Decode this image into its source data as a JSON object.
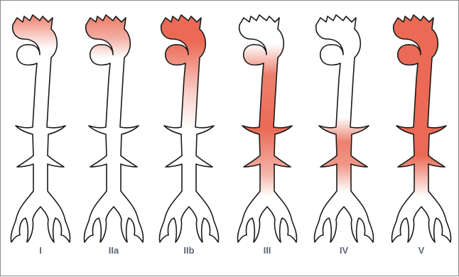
{
  "figure": {
    "types": [
      {
        "id": "type-i",
        "label": "I",
        "highlight": "arch-faint",
        "stops": [
          [
            0.0,
            0.85
          ],
          [
            0.07,
            0.45
          ],
          [
            0.15,
            0.0
          ]
        ]
      },
      {
        "id": "type-iia",
        "label": "IIa",
        "highlight": "arch",
        "stops": [
          [
            0.0,
            0.9
          ],
          [
            0.1,
            0.55
          ],
          [
            0.19,
            0.0
          ]
        ]
      },
      {
        "id": "type-iib",
        "label": "IIb",
        "highlight": "arch+upper",
        "stops": [
          [
            0.0,
            1.0
          ],
          [
            0.12,
            1.0
          ],
          [
            0.35,
            0.3
          ],
          [
            0.5,
            0.0
          ]
        ]
      },
      {
        "id": "type-iii",
        "label": "III",
        "highlight": "descending",
        "stops": [
          [
            0.0,
            0.0
          ],
          [
            0.13,
            0.0
          ],
          [
            0.26,
            0.85
          ],
          [
            0.5,
            1.0
          ],
          [
            0.7,
            0.5
          ],
          [
            0.8,
            0.0
          ]
        ]
      },
      {
        "id": "type-iv",
        "label": "IV",
        "highlight": "abdominal",
        "stops": [
          [
            0.0,
            0.0
          ],
          [
            0.45,
            0.0
          ],
          [
            0.56,
            0.85
          ],
          [
            0.66,
            0.7
          ],
          [
            0.78,
            0.0
          ]
        ]
      },
      {
        "id": "type-v",
        "label": "V",
        "highlight": "entire",
        "stops": [
          [
            0.0,
            1.0
          ],
          [
            0.62,
            1.0
          ],
          [
            0.8,
            0.0
          ]
        ]
      }
    ],
    "colors": {
      "fill": "#ea6a55",
      "outline": "#1a1a1a",
      "label": "#5f6675",
      "frame": "#8a8a8a"
    }
  }
}
